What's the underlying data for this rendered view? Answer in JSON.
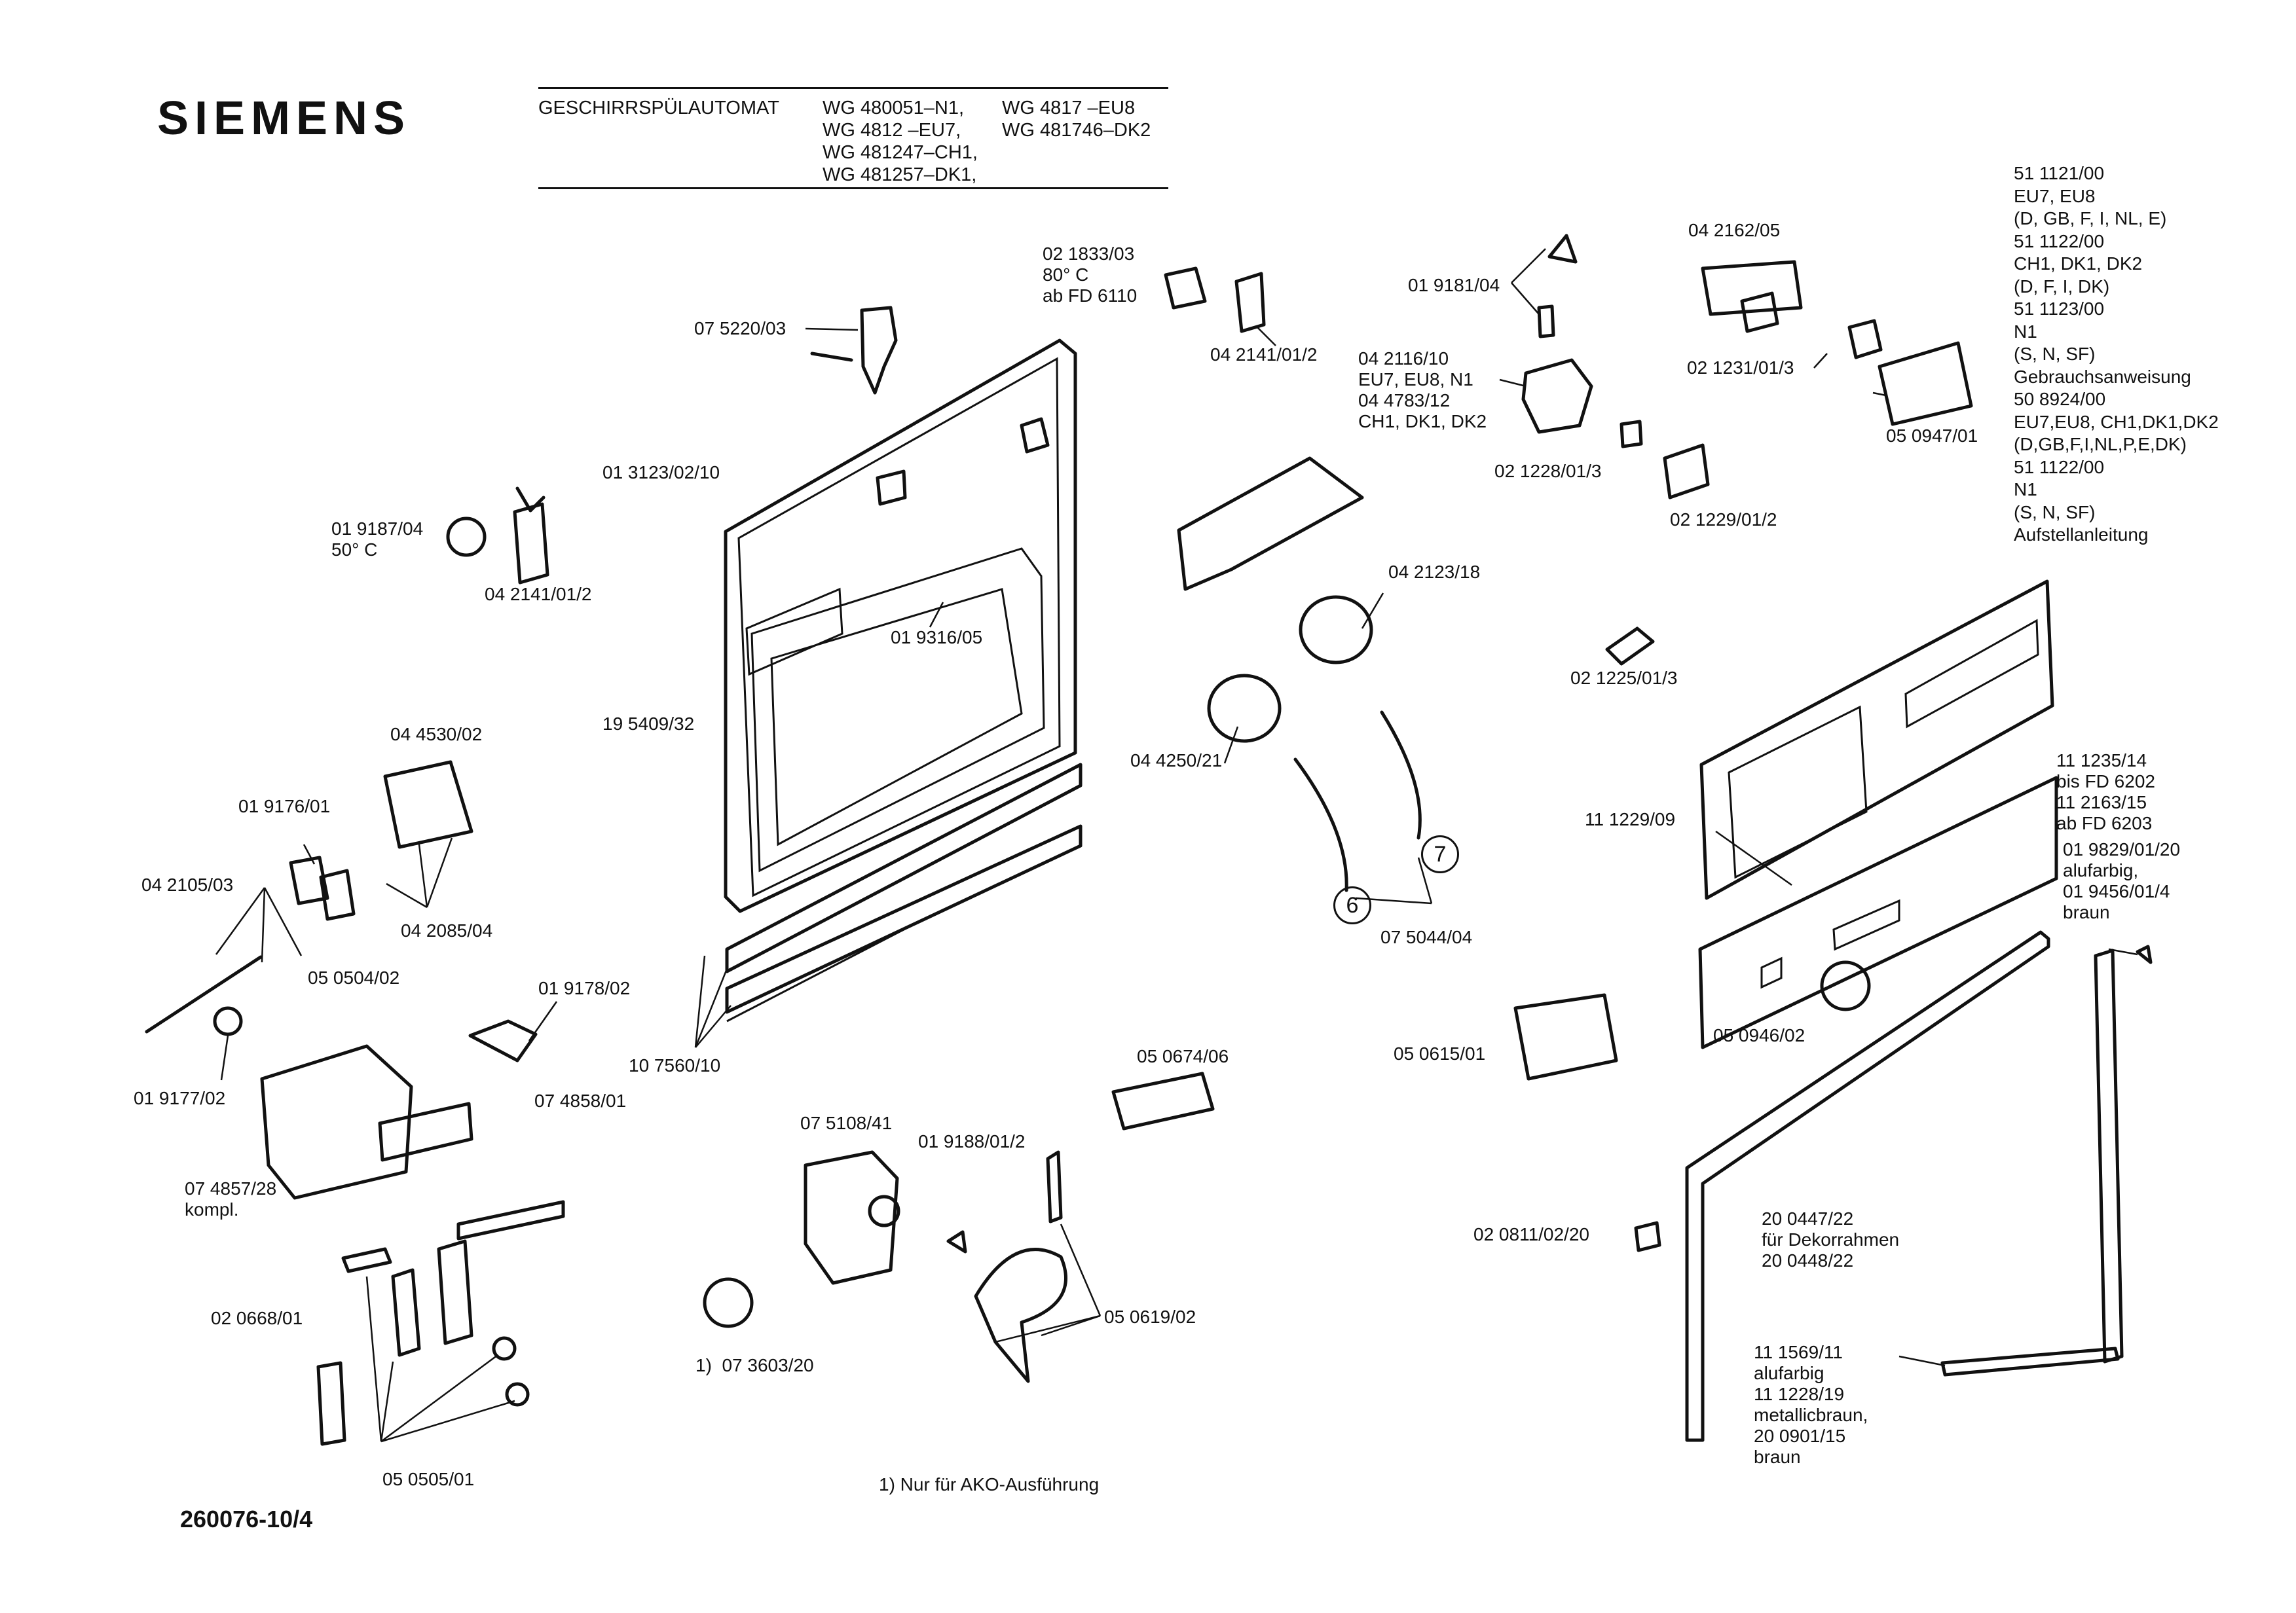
{
  "brand": "SIEMENS",
  "header": {
    "product": "GESCHIRRSPÜLAUTOMAT",
    "models_left": [
      "WG 480051–N1,",
      "WG 4812   –EU7,",
      "WG 481247–CH1,",
      "WG 481257–DK1,"
    ],
    "models_right": [
      "WG 4817   –EU8",
      "WG 481746–DK2"
    ]
  },
  "docs": [
    "51 1121/00",
    "EU7, EU8",
    "(D, GB, F, I, NL, E)",
    "51 1122/00",
    "CH1, DK1, DK2",
    "(D, F, I, DK)",
    "51 1123/00",
    "N1",
    "(S, N, SF)",
    "Gebrauchsanweisung",
    "50 8924/00",
    "EU7,EU8, CH1,DK1,DK2",
    "(D,GB,F,I,NL,P,E,DK)",
    "51 1122/00",
    "N1",
    "(S, N, SF)",
    "Aufstellanleitung"
  ],
  "labels": {
    "p021833": "02 1833/03\n80° C\nab FD 6110",
    "p075220": "07 5220/03",
    "p042141a": "04 2141/01/2",
    "p019181": "01 9181/04",
    "p042162": "04 2162/05",
    "p042116": "04 2116/10\nEU7, EU8, N1\n04 4783/12\nCH1, DK1, DK2",
    "p021231": "02 1231/01/3",
    "p050947": "05 0947/01",
    "p013123": "01 3123/02/10",
    "p021228": "02 1228/01/3",
    "p021229": "02 1229/01/2",
    "p019187": "01 9187/04\n50° C",
    "p042141b": "04 2141/01/2",
    "p019316": "01 9316/05",
    "p042123": "04 2123/18",
    "p021225": "02 1225/01/3",
    "p195409": "19 5409/32",
    "p044530": "04 4530/02",
    "p044250": "04 4250/21",
    "p111235": "11 1235/14\nbis FD 6202\n11 2163/15\nab FD 6203",
    "p019176": "01 9176/01",
    "p111229": "11 1229/09",
    "p042105": "04 2105/03",
    "p042085": "04 2085/04",
    "p019829": "01 9829/01/20\nalufarbig,\n01 9456/01/4\nbraun",
    "p075044": "07 5044/04",
    "p050504": "05 0504/02",
    "p019178": "01 9178/02",
    "p107560": "10 7560/10",
    "p050615": "05 0615/01",
    "p050946": "05 0946/02",
    "p019177": "01 9177/02",
    "p074858": "07 4858/01",
    "p050674": "05 0674/06",
    "p075108": "07 5108/41",
    "p019188": "01 9188/01/2",
    "p074857": "07 4857/28\nkompl.",
    "p020811": "02 0811/02/20",
    "p200447": "20 0447/22\nfür Dekorrahmen\n20 0448/22",
    "p020668": "02 0668/01",
    "p050619": "05 0619/02",
    "p073603": "1)  07 3603/20",
    "p111569": "11 1569/11\nalufarbig\n11 1228/19\nmetallicbraun,\n20 0901/15\nbraun",
    "p050505": "05 0505/01"
  },
  "circled": {
    "six": "6",
    "seven": "7"
  },
  "footnote": "1) Nur für AKO-Ausführung",
  "drawing_id": "260076-10/4"
}
